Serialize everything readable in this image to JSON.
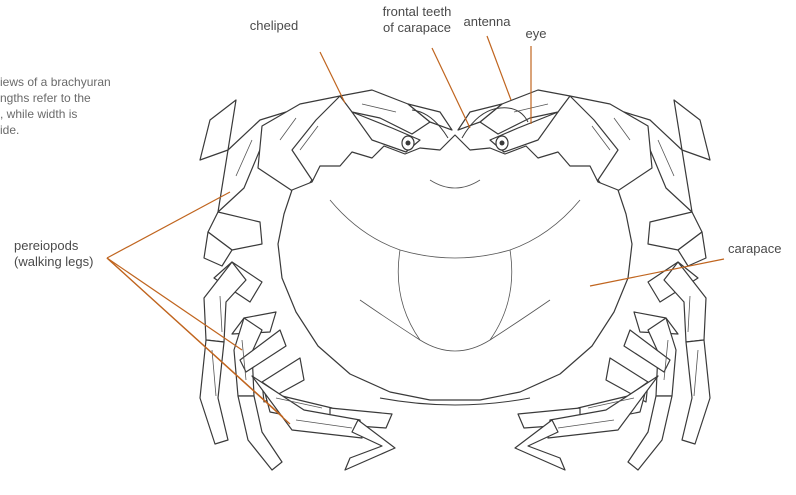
{
  "figure": {
    "caption_fragment": "iews of a brachyuran\nngths refer to the\n, while width is\nide.",
    "labels": {
      "cheliped": "cheliped",
      "frontal_teeth": "frontal teeth\nof carapace",
      "antenna": "antenna",
      "eye": "eye",
      "pereiopods": "pereiopods\n(walking legs)",
      "carapace": "carapace"
    },
    "colors": {
      "leader_lines": "#c0651f",
      "outline": "#3a3a3a",
      "label_text": "#4a4a4a",
      "caption_text": "#6a6a6a"
    }
  }
}
